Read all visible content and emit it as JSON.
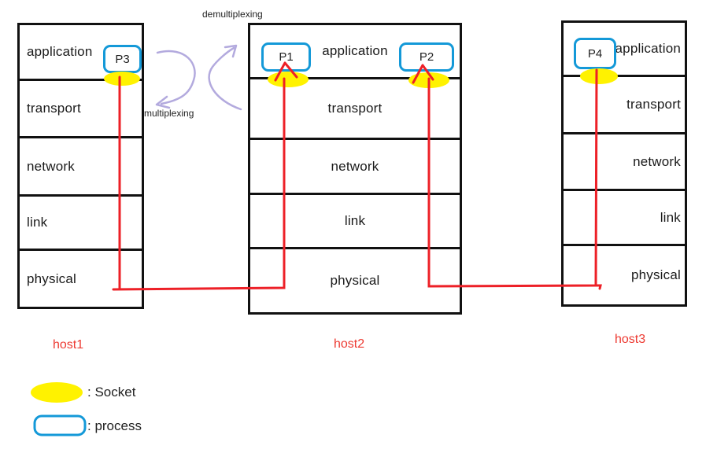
{
  "annotations": {
    "demultiplexing_label": "demultiplexing",
    "multiplexing_label": "multiplexing"
  },
  "hosts": [
    {
      "name": "host1",
      "layers": [
        "application",
        "transport",
        "network",
        "link",
        "physical"
      ],
      "processes": [
        {
          "label": "P3"
        }
      ]
    },
    {
      "name": "host2",
      "layers": [
        "application",
        "transport",
        "network",
        "link",
        "physical"
      ],
      "processes": [
        {
          "label": "P1"
        },
        {
          "label": "P2"
        }
      ]
    },
    {
      "name": "host3",
      "layers": [
        "application",
        "transport",
        "network",
        "link",
        "physical"
      ],
      "processes": [
        {
          "label": "P4"
        }
      ]
    }
  ],
  "legend": {
    "socket_label": ": Socket",
    "process_label": ": process"
  },
  "colors": {
    "socket_fill": "#fff200",
    "process_border": "#1499d8",
    "connection_red": "#ed2027",
    "host_label_red": "#ed3b33",
    "arrow_purple": "#b3aade",
    "box_outline": "#111111"
  }
}
